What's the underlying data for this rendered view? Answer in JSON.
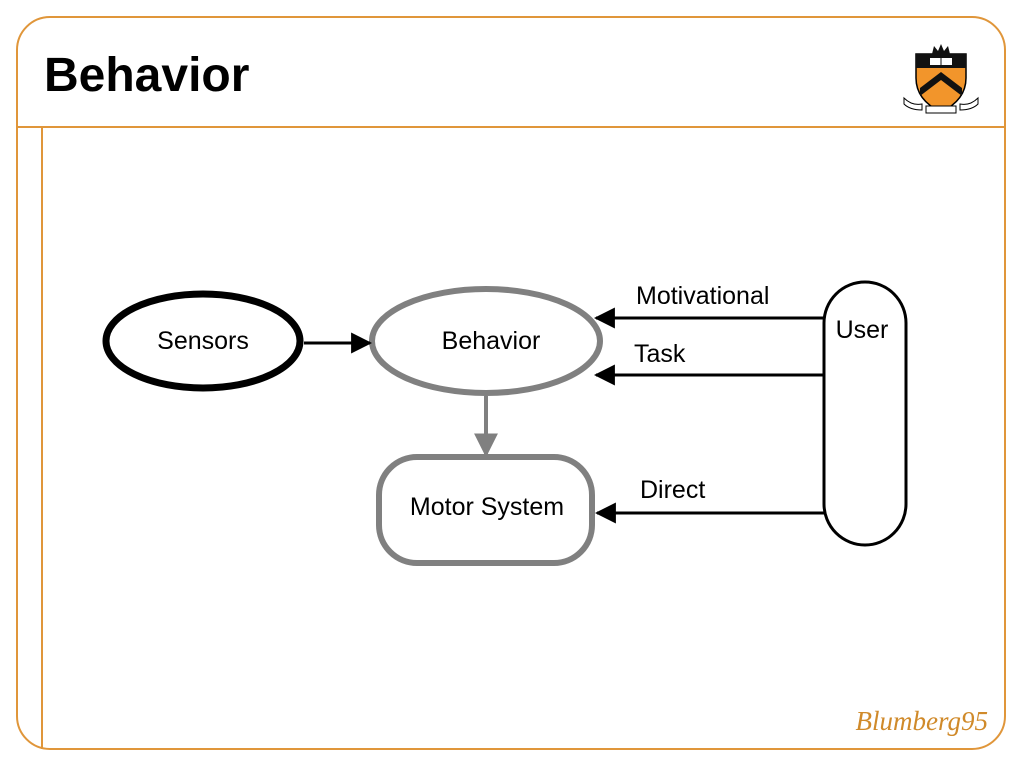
{
  "slide": {
    "title": "Behavior",
    "credit": "Blumberg95"
  },
  "diagram": {
    "nodes": {
      "sensors": "Sensors",
      "behavior": "Behavior",
      "motor_system": "Motor System",
      "user": "User"
    },
    "edges": {
      "motivational": "Motivational",
      "task": "Task",
      "direct": "Direct"
    }
  },
  "colors": {
    "frame": "#e0963a",
    "credit": "#d08a2a",
    "grey_node": "#808080",
    "crest_orange": "#f2952b"
  },
  "icons": {
    "crest": "princeton-shield-icon"
  }
}
